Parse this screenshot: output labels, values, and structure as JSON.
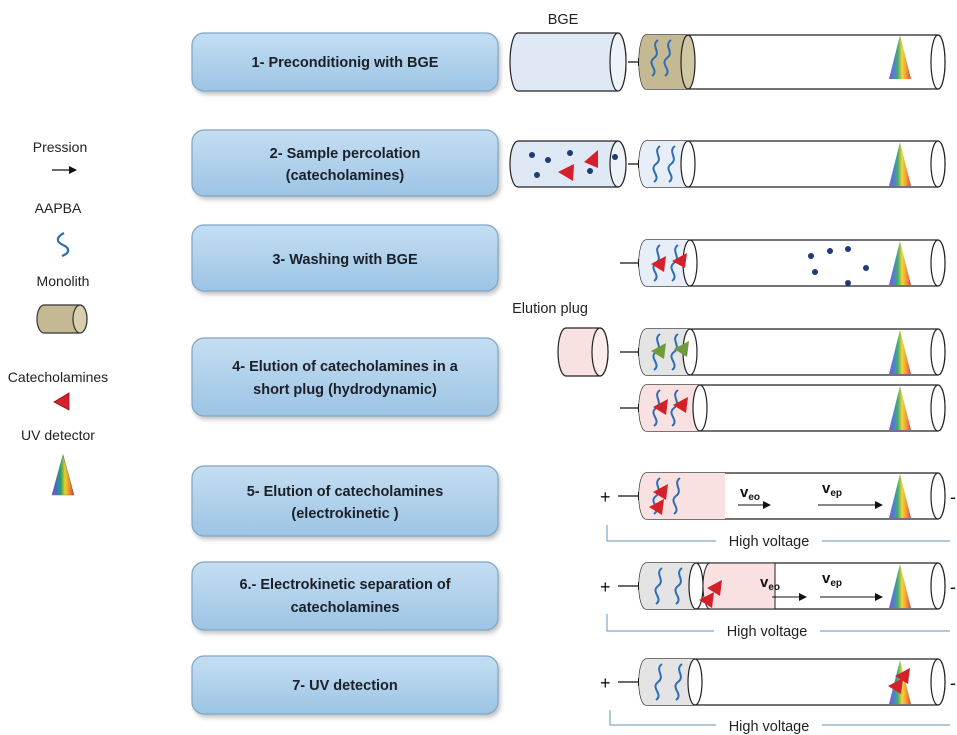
{
  "steps": [
    {
      "line1": "1- Preconditionig with BGE",
      "line2": ""
    },
    {
      "line1": "2- Sample percolation",
      "line2": "(catecholamines)"
    },
    {
      "line1": "3- Washing with BGE",
      "line2": ""
    },
    {
      "line1": "4- Elution of catecholamines in a",
      "line2": "short plug (hydrodynamic)"
    },
    {
      "line1": "5- Elution of catecholamines",
      "line2": "(electrokinetic )"
    },
    {
      "line1": "6.- Electrokinetic separation of",
      "line2": "catecholamines"
    },
    {
      "line1": "7- UV detection",
      "line2": ""
    }
  ],
  "legend": {
    "pression": "Pression",
    "aapba": "AAPBA",
    "monolith": "Monolith",
    "catecholamines": "Catecholamines",
    "uv_detector": "UV detector"
  },
  "labels": {
    "bge": "BGE",
    "elution_plug": "Elution plug",
    "high_voltage": "High voltage",
    "plus": "+",
    "minus": "-",
    "v_main": "v",
    "v_eo_sub": "eo",
    "v_ep_sub": "ep"
  },
  "colors": {
    "box_fill": "#a9cde9",
    "box_stroke": "#7fa6c5",
    "monolith": "#c5b993",
    "bge_fill": "#dfe9f5",
    "plug_fill": "#f9e1e1",
    "catechol": "#d4202a",
    "catechol_green": "#6e9b3a",
    "aapba": "#2e6db4",
    "dot": "#1e3a78"
  }
}
